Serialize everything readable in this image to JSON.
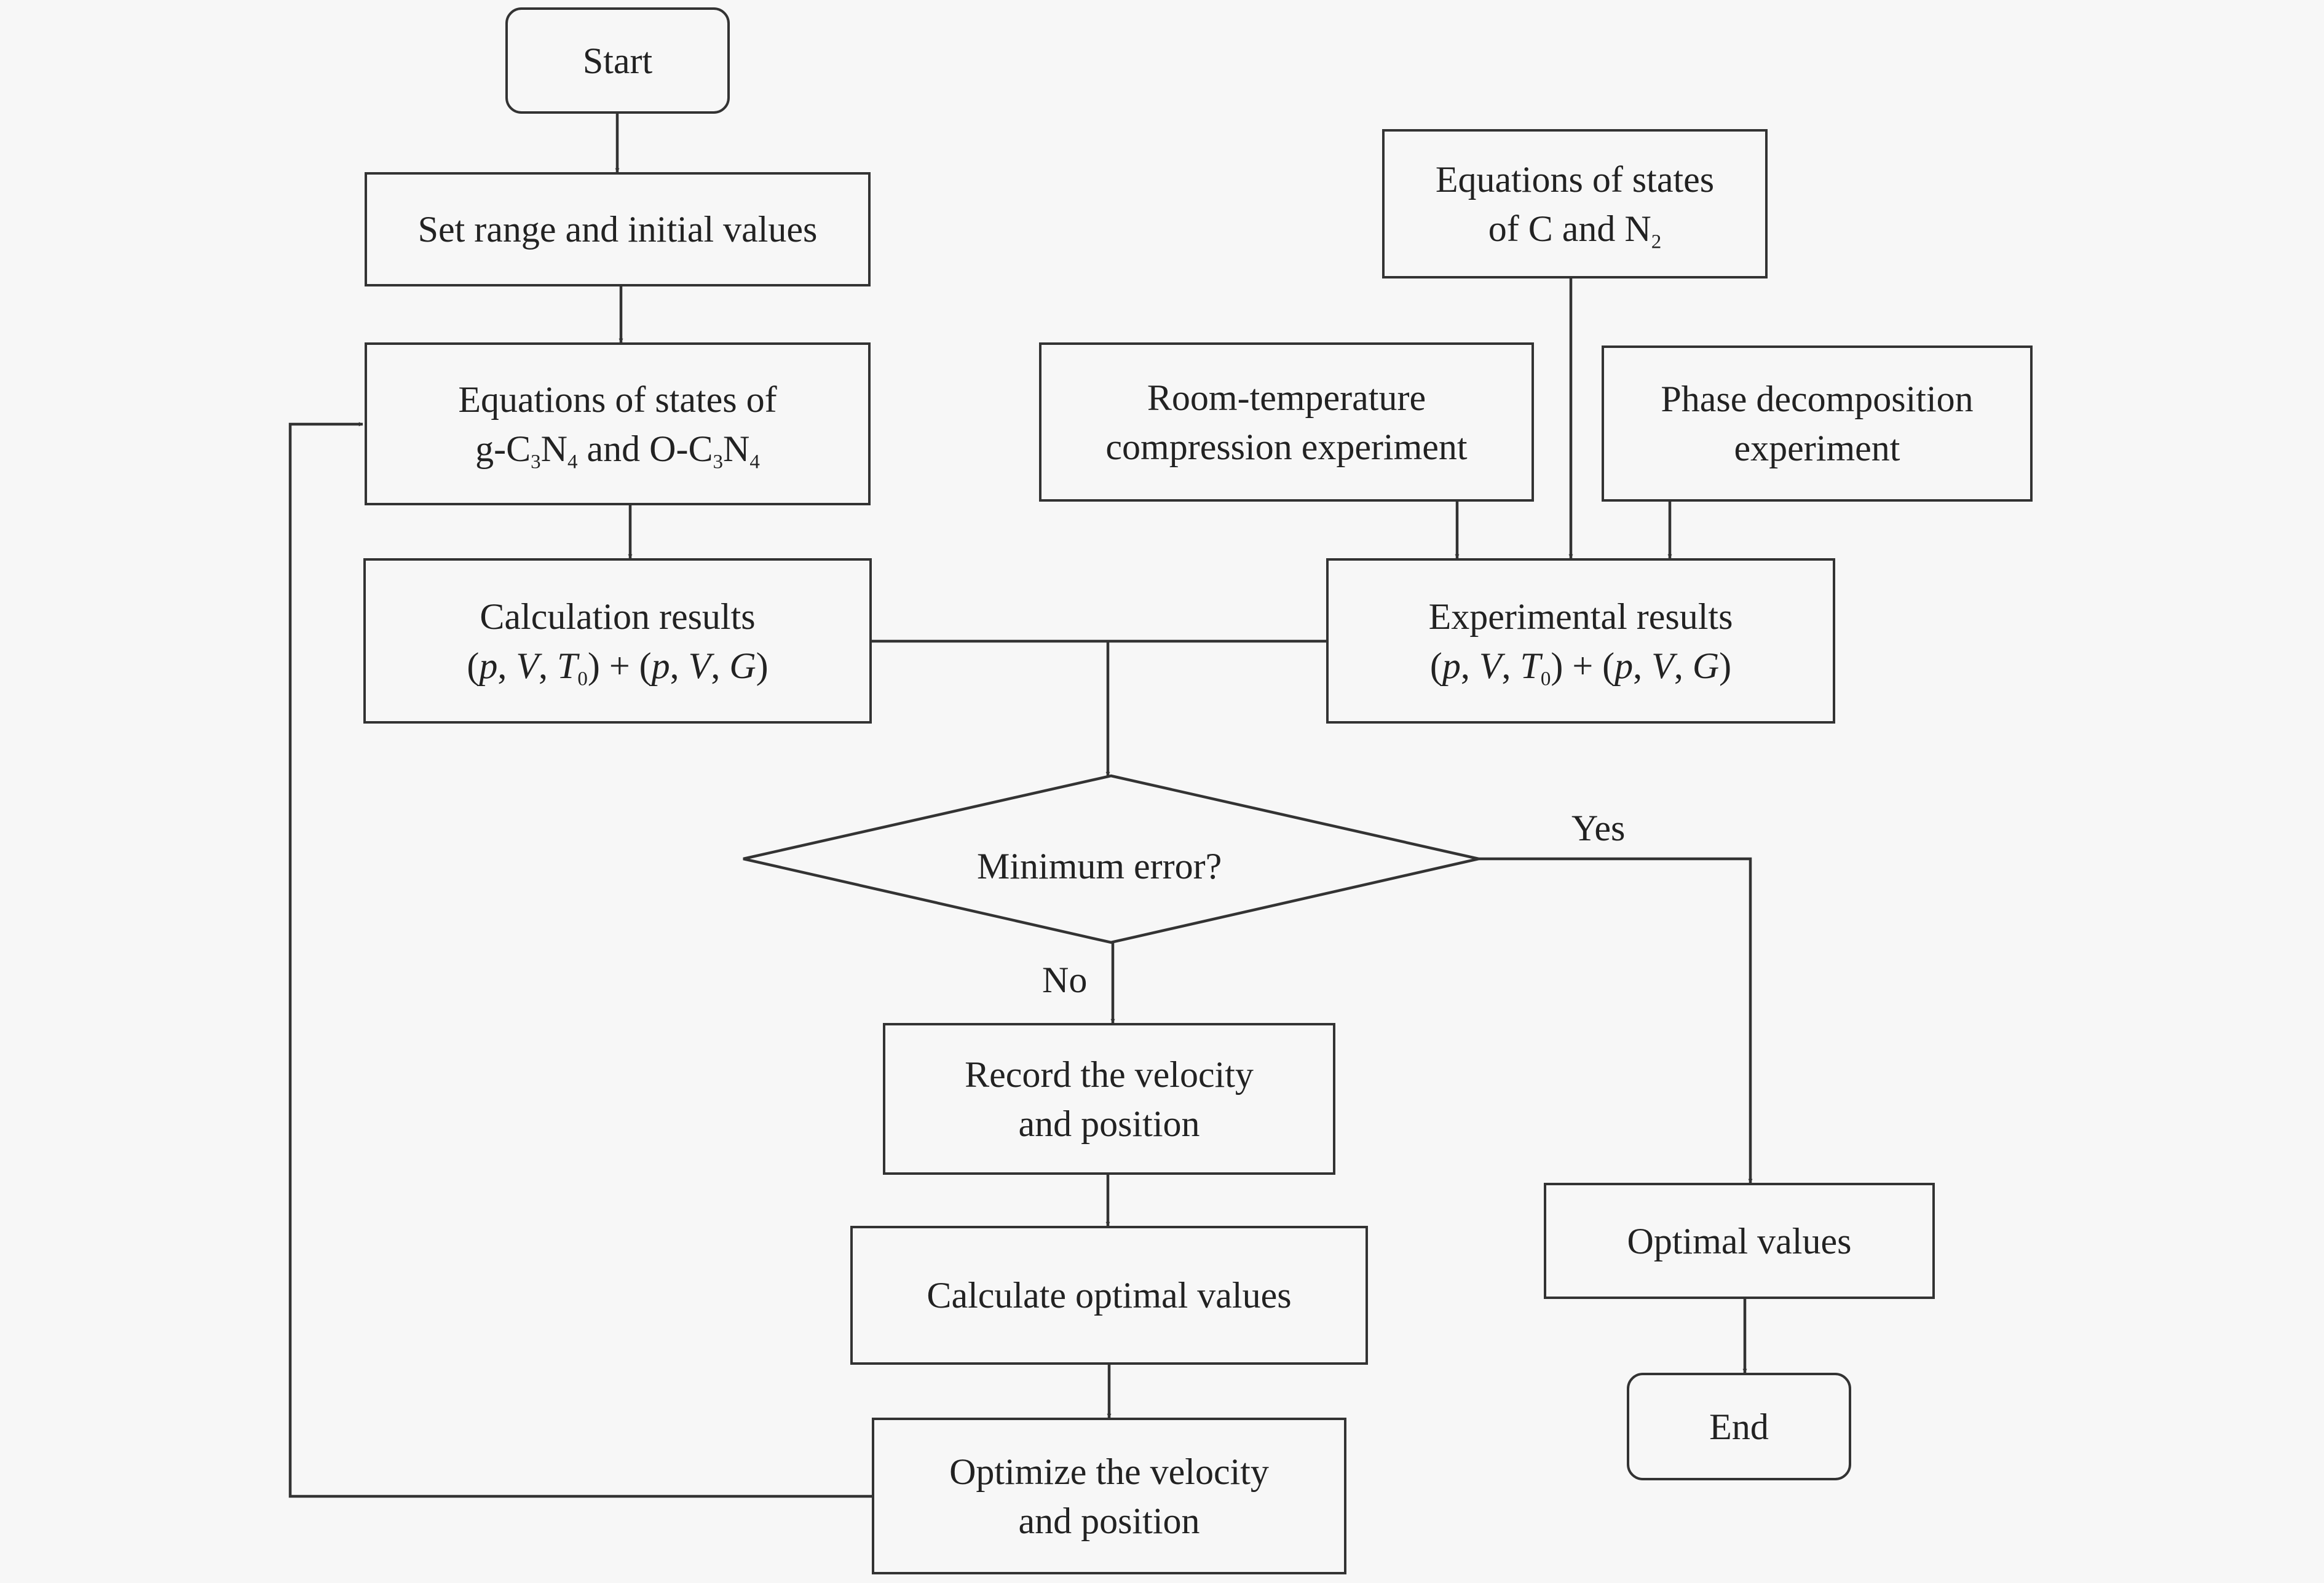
{
  "nodes": {
    "start": {
      "text": "Start"
    },
    "set_range": {
      "text": "Set range and initial values"
    },
    "eos_c3n4": {
      "line1": "Equations of states of",
      "line2": {
        "a": "g-C",
        "a_sub": "3",
        "b": "N",
        "b_sub": "4",
        "c": " and O-C",
        "c_sub": "3",
        "d": "N",
        "d_sub": "4"
      }
    },
    "calc_results": {
      "line1": "Calculation results",
      "line2": {
        "open": "(",
        "p1": "p",
        "sep1": ", ",
        "v1": "V",
        "sep2": ", ",
        "t": "T",
        "t_sub": "0",
        "mid": ") + (",
        "p2": "p",
        "sep3": ", ",
        "v2": "V",
        "sep4": ", ",
        "g": "G",
        "close": ")"
      }
    },
    "eos_c_n2": {
      "line1": "Equations of states",
      "line2": {
        "a": "of C and N",
        "a_sub": "2"
      }
    },
    "room_temp": {
      "line1": "Room-temperature",
      "line2": "compression experiment"
    },
    "phase_decomp": {
      "line1": "Phase decomposition",
      "line2": "experiment"
    },
    "exp_results": {
      "line1": "Experimental results",
      "line2": {
        "open": "(",
        "p1": "p",
        "sep1": ", ",
        "v1": "V",
        "sep2": ", ",
        "t": "T",
        "t_sub": "0",
        "mid": ") + (",
        "p2": "p",
        "sep3": ", ",
        "v2": "V",
        "sep4": ", ",
        "g": "G",
        "close": ")"
      }
    },
    "min_error": {
      "text": "Minimum error?"
    },
    "record": {
      "line1": "Record the velocity",
      "line2": "and position"
    },
    "calc_optimal": {
      "text": "Calculate optimal values"
    },
    "optimize": {
      "line1": "Optimize the velocity",
      "line2": "and position"
    },
    "optimal_values": {
      "text": "Optimal values"
    },
    "end": {
      "text": "End"
    }
  },
  "edge_labels": {
    "yes": "Yes",
    "no": "No"
  },
  "colors": {
    "stroke": "#333333",
    "background": "#f7f7f7",
    "text": "#222222"
  }
}
